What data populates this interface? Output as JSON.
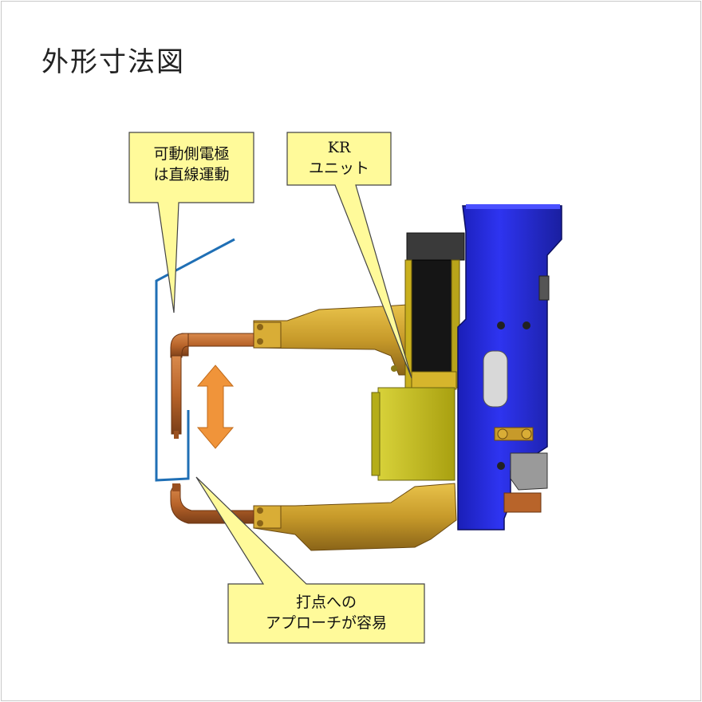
{
  "title": "外形寸法図",
  "callouts": {
    "movable_electrode": {
      "line1": "可動側電極",
      "line2": "は直線運動"
    },
    "kr_unit": {
      "line1": "KR",
      "line2": "ユニット"
    },
    "approach": {
      "line1": "打点への",
      "line2": "アプローチが容易"
    }
  },
  "colors": {
    "callout_fill": "#fffa9a",
    "arm_gold": "#c79a2a",
    "electrode_copper": "#b8642a",
    "frame_blue": "#2a2ee0",
    "unit_yellow": "#c9c21a",
    "arrow_orange": "#f0943a",
    "wire_blue": "#1f6fb5"
  }
}
